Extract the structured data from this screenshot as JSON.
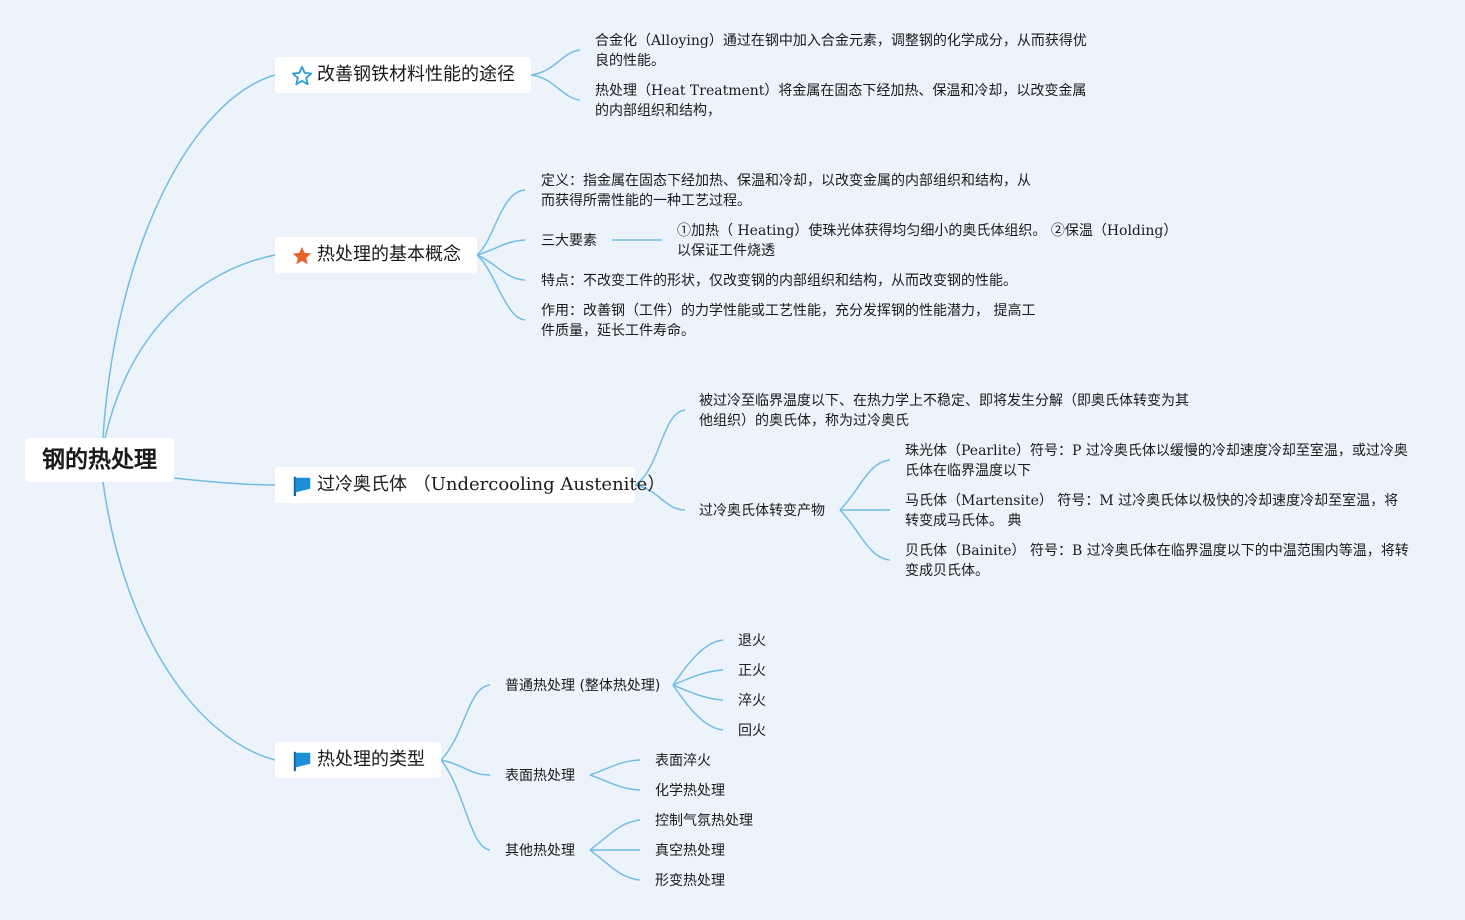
{
  "root": {
    "label": "钢的热处理"
  },
  "branches": [
    {
      "label": "改善钢铁材料性能的途径",
      "icon": "star-outline-icon",
      "children": [
        {
          "text": "合金化（Alloying）通过在钢中加入合金元素，调整钢的化学成分，从而获得优良的性能。"
        },
        {
          "text": "热处理（Heat Treatment）将金属在固态下经加热、保温和冷却，以改变金属的内部组织和结构，"
        }
      ]
    },
    {
      "label": "热处理的基本概念",
      "icon": "star-filled-icon",
      "children": [
        {
          "text": "定义：指金属在固态下经加热、保温和冷却，以改变金属的内部组织和结构，从而获得所需性能的一种工艺过程。"
        },
        {
          "text": "三大要素",
          "detail": "①加热（ Heating）使珠光体获得均匀细小的奥氏体组织。 ②保温（Holding）以保证工件烧透"
        },
        {
          "text": "特点：不改变工件的形状，仅改变钢的内部组织和结构，从而改变钢的性能。"
        },
        {
          "text": "作用：改善钢（工件）的力学性能或工艺性能，充分发挥钢的性能潜力， 提高工件质量，延长工件寿命。"
        }
      ]
    },
    {
      "label": "过冷奥氏体 （Undercooling Austenite）",
      "icon": "flag-icon",
      "children": [
        {
          "text": "被过冷至临界温度以下、在热力学上不稳定、即将发生分解（即奥氏体转变为其他组织）的奥氏体，称为过冷奥氏"
        },
        {
          "text": "过冷奥氏体转变产物",
          "children": [
            {
              "text": "珠光体（Pearlite）符号：P 过冷奥氏体以缓慢的冷却速度冷却至室温，或过冷奥氏体在临界温度以下"
            },
            {
              "text": "马氏体（Martensite） 符号：M 过冷奥氏体以极快的冷却速度冷却至室温，将转变成马氏体。 典"
            },
            {
              "text": "贝氏体（Bainite） 符号：B 过冷奥氏体在临界温度以下的中温范围内等温，将转变成贝氏体。"
            }
          ]
        }
      ]
    },
    {
      "label": "热处理的类型",
      "icon": "flag-icon",
      "children": [
        {
          "text": "普通热处理 (整体热处理)",
          "children": [
            {
              "text": "退火"
            },
            {
              "text": "正火"
            },
            {
              "text": "淬火"
            },
            {
              "text": "回火"
            }
          ]
        },
        {
          "text": "表面热处理",
          "children": [
            {
              "text": "表面淬火"
            },
            {
              "text": "化学热处理"
            }
          ]
        },
        {
          "text": "其他热处理",
          "children": [
            {
              "text": "控制气氛热处理"
            },
            {
              "text": "真空热处理"
            },
            {
              "text": "形变热处理"
            }
          ]
        }
      ]
    }
  ],
  "colors": {
    "background": "#edf3fa",
    "connector": "#72bde3",
    "star_outline": "#2a9fd8",
    "star_filled": "#e8622c",
    "flag": "#1e8fd6"
  }
}
